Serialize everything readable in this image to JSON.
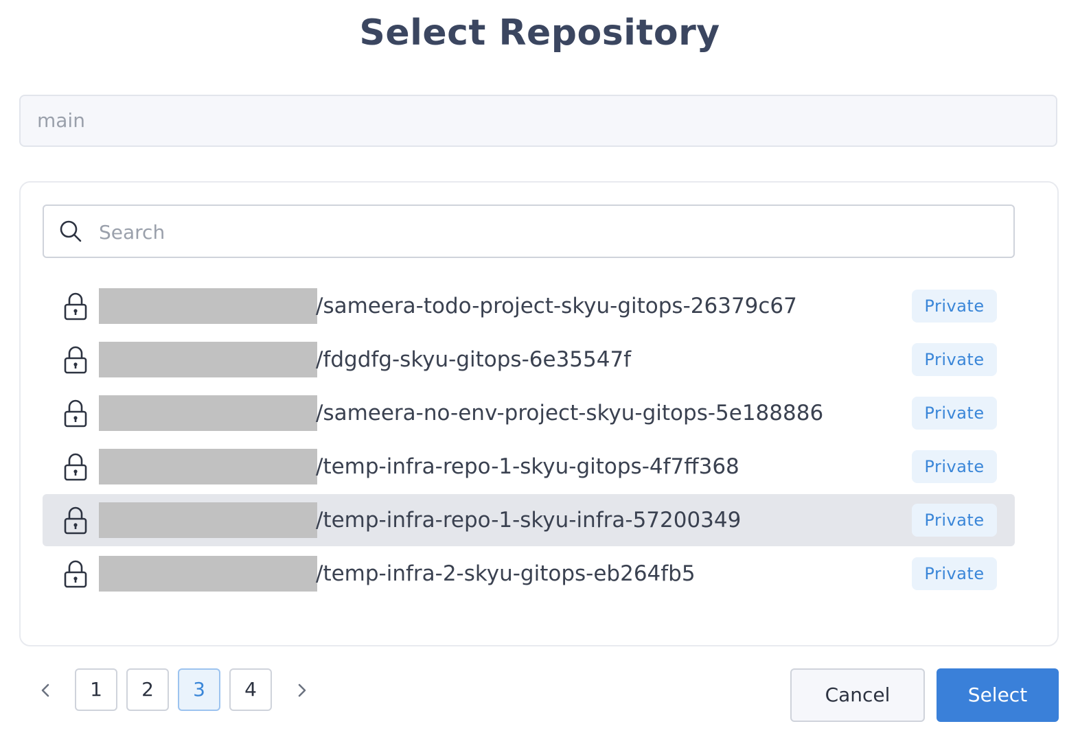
{
  "dialog": {
    "title": "Select Repository",
    "branch_value": "main"
  },
  "search": {
    "placeholder": "Search"
  },
  "repositories": [
    {
      "name": "/sameera-todo-project-skyu-gitops-26379c67",
      "visibility": "Private",
      "selected": false
    },
    {
      "name": "/fdgdfg-skyu-gitops-6e35547f",
      "visibility": "Private",
      "selected": false
    },
    {
      "name": "/sameera-no-env-project-skyu-gitops-5e188886",
      "visibility": "Private",
      "selected": false
    },
    {
      "name": "/temp-infra-repo-1-skyu-gitops-4f7ff368",
      "visibility": "Private",
      "selected": false
    },
    {
      "name": "/temp-infra-repo-1-skyu-infra-57200349",
      "visibility": "Private",
      "selected": true
    },
    {
      "name": "/temp-infra-2-skyu-gitops-eb264fb5",
      "visibility": "Private",
      "selected": false
    }
  ],
  "pagination": {
    "pages": [
      "1",
      "2",
      "3",
      "4"
    ],
    "current": "3",
    "prev_icon": "chevron-left-icon",
    "next_icon": "chevron-right-icon"
  },
  "actions": {
    "cancel_label": "Cancel",
    "select_label": "Select"
  },
  "colors": {
    "primary": "#3a80d9",
    "badge_text": "#3a86d8",
    "badge_bg": "#eaf3fc",
    "selected_row": "#e4e6eb"
  }
}
